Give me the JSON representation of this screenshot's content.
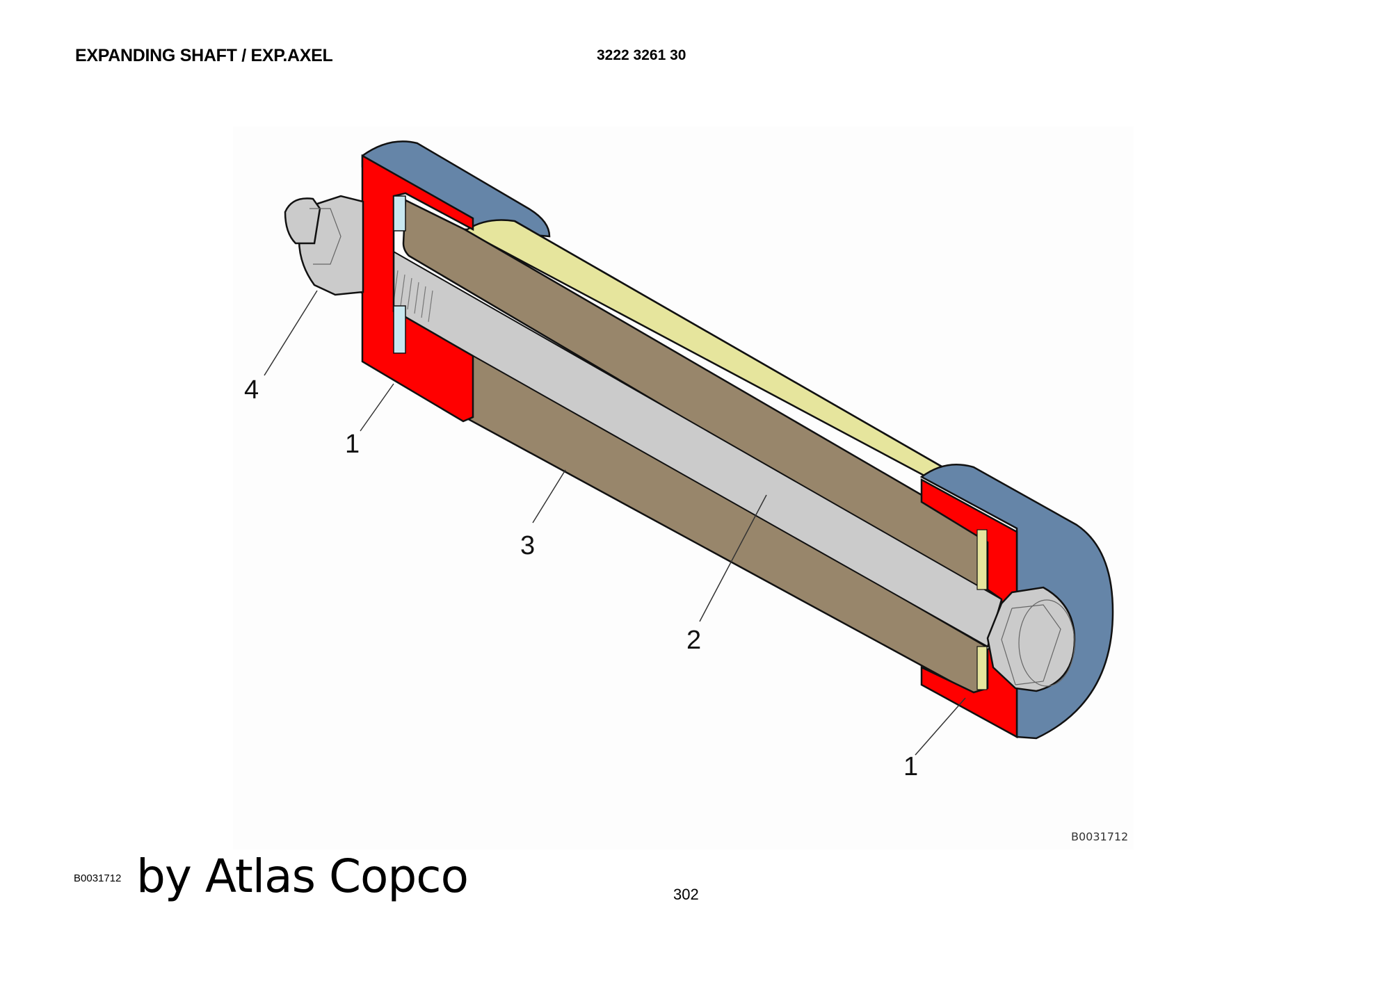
{
  "header": {
    "title": "EXPANDING SHAFT / EXP.AXEL",
    "part_number": "3222 3261 30"
  },
  "illustration": {
    "drawing_code": "B0031712",
    "callouts": [
      {
        "label": "4",
        "part": "nut"
      },
      {
        "label": "1",
        "part": "end-cap-left"
      },
      {
        "label": "3",
        "part": "expanding-segment"
      },
      {
        "label": "2",
        "part": "bolt"
      },
      {
        "label": "1",
        "part": "end-cap-right"
      }
    ],
    "colors": {
      "end_cap_section": "#ff0000",
      "end_cap_body": "#6585a8",
      "segment": "#98866b",
      "tube": "#e6e59d",
      "bolt": "#cbcbcb",
      "gap": "#c8e8f0"
    }
  },
  "footer": {
    "code": "B0031712",
    "brand": "by Atlas Copco",
    "page_number": "302"
  }
}
